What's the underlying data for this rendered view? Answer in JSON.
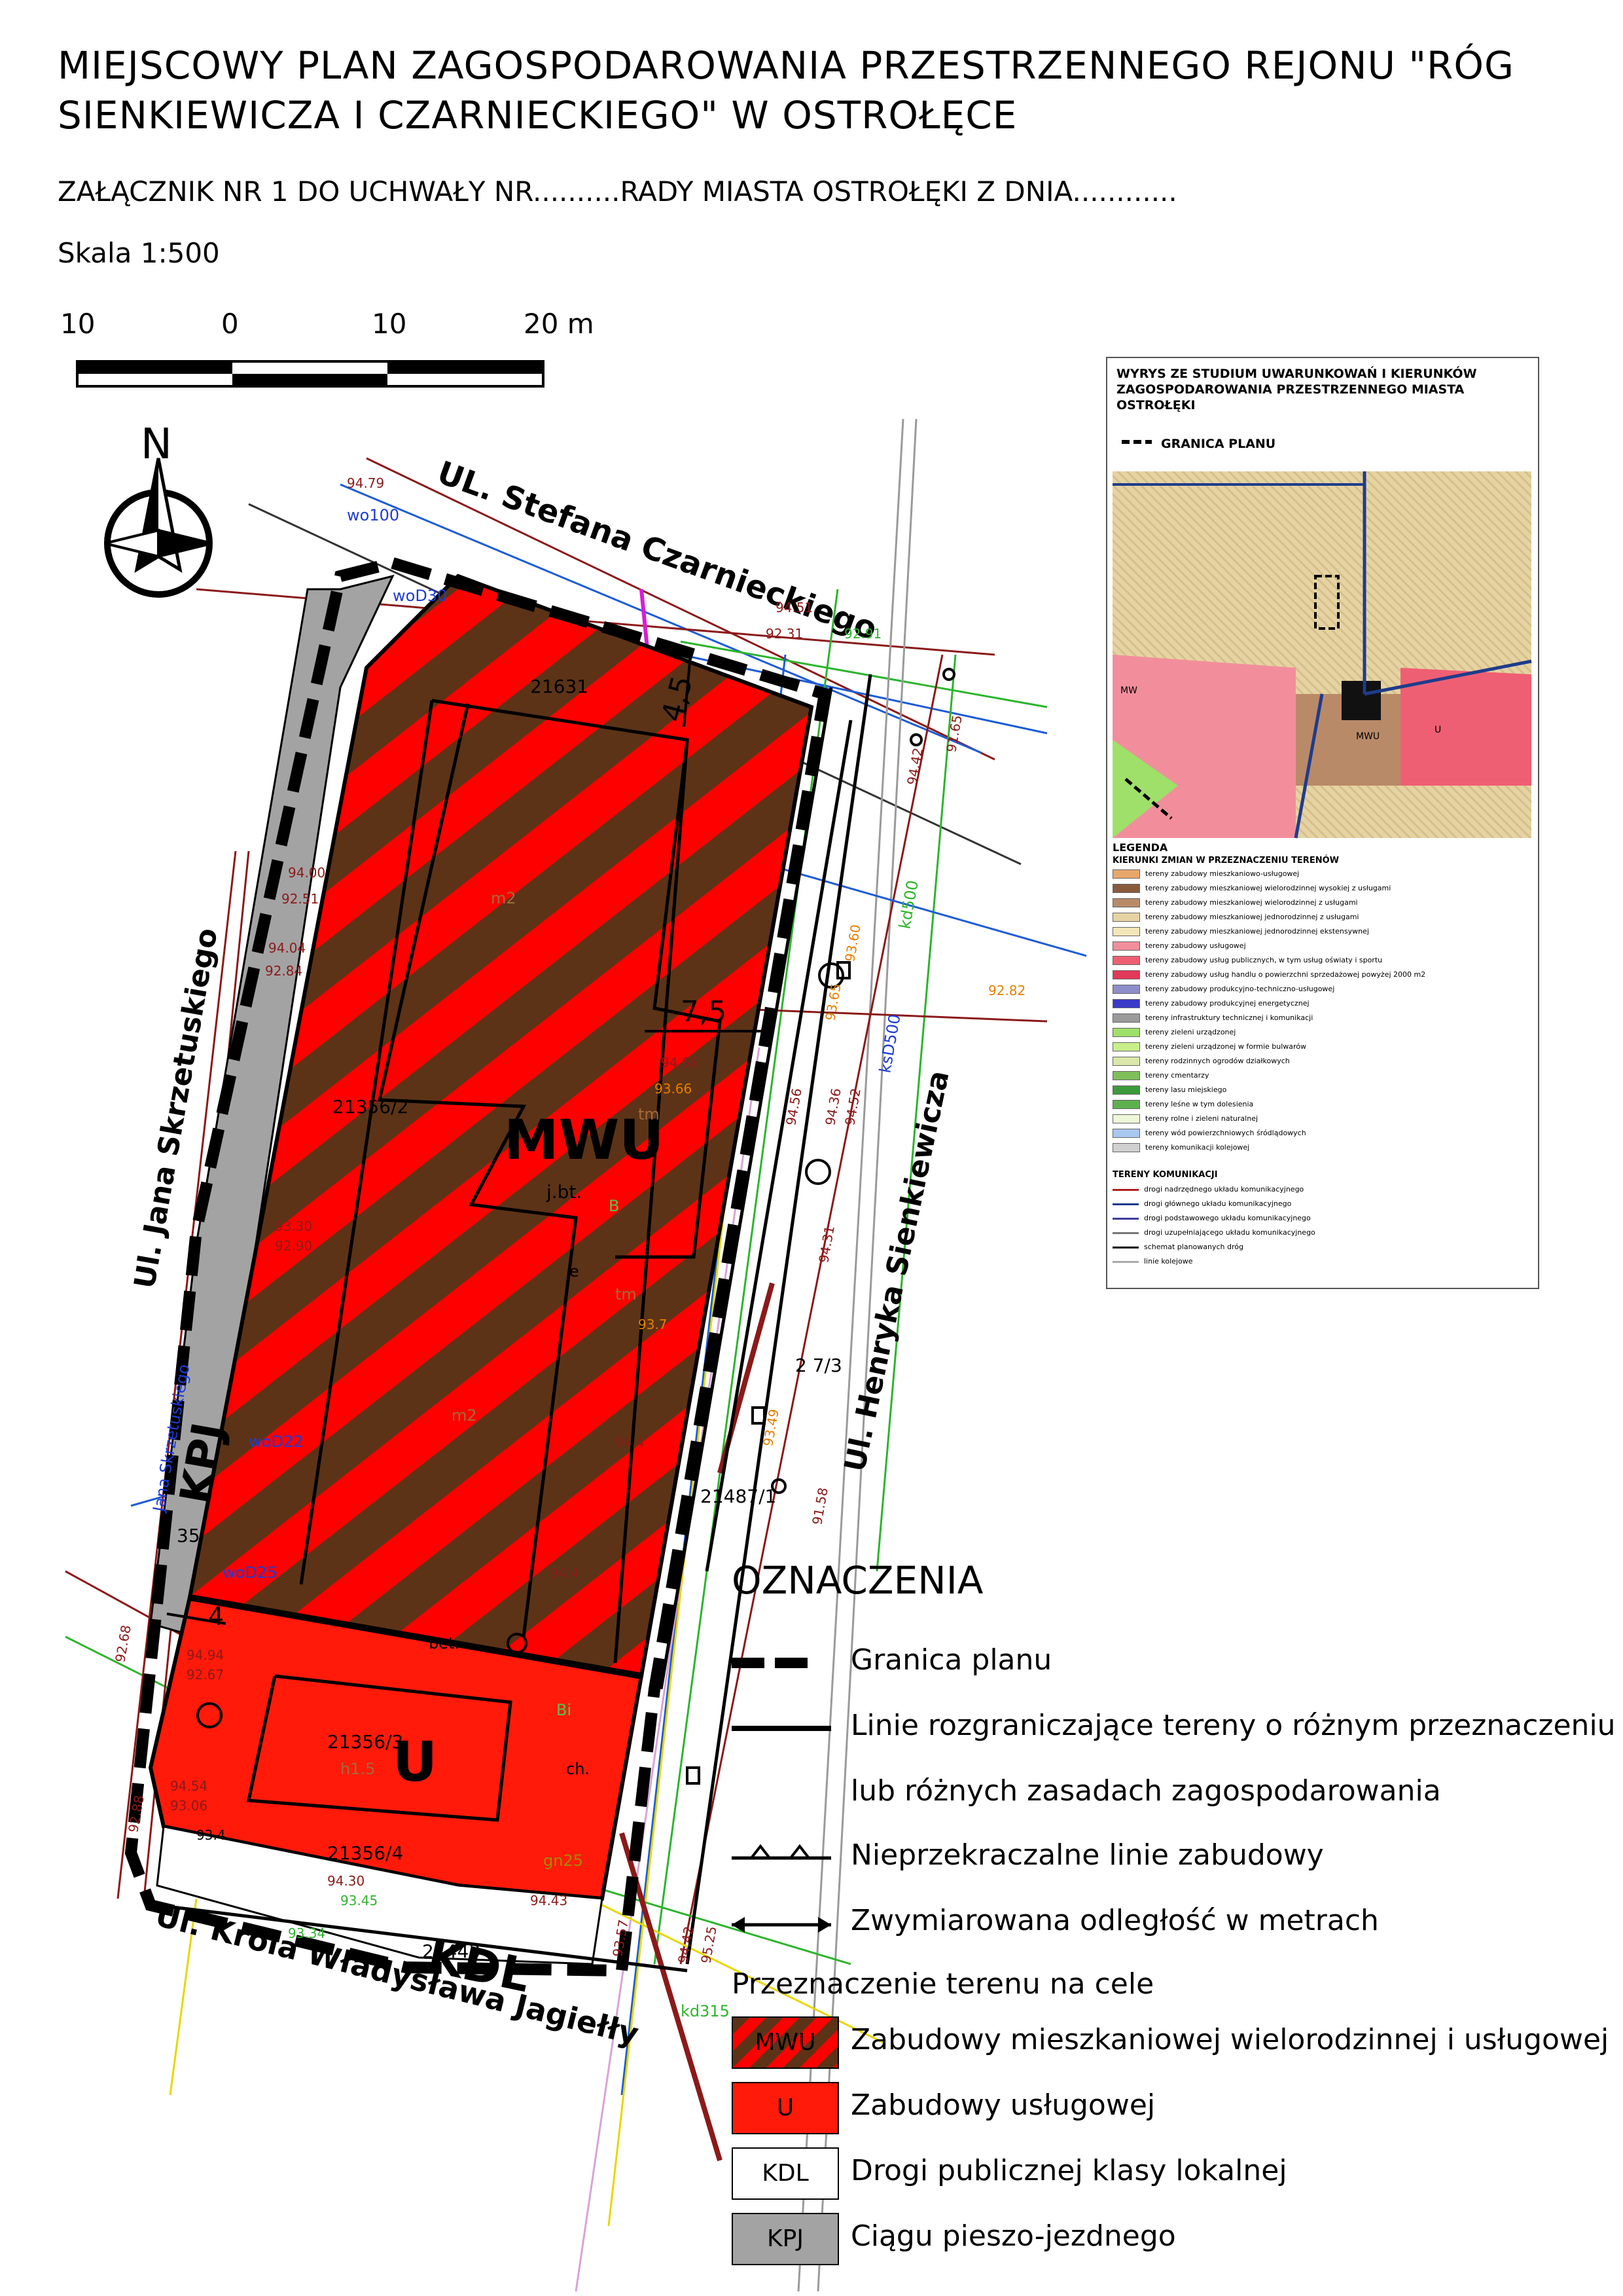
{
  "title": "MIEJSCOWY PLAN ZAGOSPODAROWANIA PRZESTRZENNEGO REJONU \"RÓG SIENKIEWICZA I CZARNIECKIEGO\" W OSTROŁĘCE",
  "subtitle": "ZAŁĄCZNIK NR 1 DO UCHWAŁY NR..........RADY MIASTA OSTROŁĘKI  Z DNIA............",
  "scale": "Skala 1:500",
  "scalebar": {
    "labels": [
      "10",
      "0",
      "10",
      "20 m"
    ]
  },
  "north": "N",
  "streets": {
    "north": "UL. Stefana Czarnieckiego",
    "west": "Ul. Jana Skrzetuskiego",
    "east": "Ul. Henryka Sienkiewicza",
    "south": "Ul. Króla Władysława Jagiełły"
  },
  "zones": {
    "mwu": {
      "symbol": "MWU",
      "note": "j.bt."
    },
    "u": {
      "symbol": "U"
    },
    "kdl": {
      "symbol": "KDL"
    },
    "kpj": {
      "symbol": "KPJ"
    }
  },
  "dimensions": {
    "d45": "4,5",
    "d75": "7,5",
    "d4": "4"
  },
  "parcels": {
    "p21631": "21631",
    "p21356_2": "21356/2",
    "p21356_3": "21356/3",
    "p21356_4": "21356/4",
    "p21443": "21443",
    "p21487_1": "21487/1",
    "p2_7_3": "2   7/3",
    "p35": "35"
  },
  "map_labels": {
    "m2a": "m2",
    "m2b": "m2",
    "bet": "bet.",
    "ch": "ch.",
    "b": "B",
    "bi": "Bi",
    "tm1": "tm",
    "tm2": "tm",
    "h15": "h1.5",
    "e": "e",
    "wo100": "wo100",
    "woD30": "woD30",
    "woD22": "woD22",
    "woD25": "woD25",
    "gn25": "gn25",
    "kd315": "kd315",
    "ksD500": "ksD500",
    "kd500": "kd500",
    "jana_small": "Jana Skrzetuskiego"
  },
  "elevations": {
    "e1": "94.79",
    "e2": "94.51",
    "e3": "92.31",
    "e4": "92.91",
    "e5": "94.00",
    "e6": "92.51",
    "e7": "94.04",
    "e8": "92.84",
    "e9": "93.30",
    "e10": "92.90",
    "e11": "94.66",
    "e12": "93.66",
    "e13": "94.56",
    "e14": "94.36",
    "e15": "94.52",
    "e16": "94.31",
    "e17": "94.42",
    "e18": "91.65",
    "e19": "93.7",
    "e20": "94.4",
    "e21": "93.49",
    "e22": "94.94",
    "e23": "92.67",
    "e24": "94.54",
    "e25": "93.06",
    "e26": "93.4",
    "e27": "94.30",
    "e28": "93.45",
    "e29": "94.43",
    "e30": "93.34",
    "e31": "92.68",
    "e32": "92.88",
    "e33": "91.58",
    "e34": "94.4",
    "e35": "93.57",
    "e36": "94.42",
    "e37": "95.25",
    "e38": "93.60",
    "e39": "93.65",
    "e40": "92.82"
  },
  "inset": {
    "title": "WYRYS ZE STUDIUM UWARUNKOWAŃ I KIERUNKÓW ZAGOSPODAROWANIA PRZESTRZENNEGO MIASTA OSTROŁĘKI",
    "border_label": "GRANICA PLANU",
    "legend_title": "LEGENDA",
    "changes_title": "KIERUNKI ZMIAN W PRZEZNACZENIU TERENÓW",
    "items": [
      {
        "label": "tereny zabudowy mieszkaniowo-usługowej",
        "color": "#e8a76a"
      },
      {
        "label": "tereny zabudowy mieszkaniowej wielorodzinnej wysokiej z usługami",
        "color": "#8a5a3c"
      },
      {
        "label": "tereny zabudowy mieszkaniowej wielorodzinnej z usługami",
        "color": "#b98a68"
      },
      {
        "label": "tereny zabudowy mieszkaniowej jednorodzinnej z usługami",
        "color": "#e6d3a3"
      },
      {
        "label": "tereny zabudowy mieszkaniowej jednorodzinnej ekstensywnej",
        "color": "#f3e6b8"
      },
      {
        "label": "tereny zabudowy usługowej",
        "color": "#f28e9c"
      },
      {
        "label": "tereny zabudowy usług publicznych, w tym usług oświaty i sportu",
        "color": "#ef5f73"
      },
      {
        "label": "tereny zabudowy usług handlu o powierzchni sprzedażowej powyżej 2000 m2",
        "color": "#e2385a"
      },
      {
        "label": "tereny zabudowy produkcyjno-techniczno-usługowej",
        "color": "#8e8ec9"
      },
      {
        "label": "tereny zabudowy produkcyjnej energetycznej",
        "color": "#3b3bc9"
      },
      {
        "label": "tereny infrastruktury technicznej i komunikacji",
        "color": "#9a9a9a"
      },
      {
        "label": "tereny zieleni urządzonej",
        "color": "#9ee06a"
      },
      {
        "label": "tereny zieleni urządzonej w formie bulwarów",
        "color": "#c8ef8a"
      },
      {
        "label": "tereny rodzinnych ogrodów działkowych",
        "color": "#d9e7a8"
      },
      {
        "label": "tereny cmentarzy",
        "color": "#7fbf5a"
      },
      {
        "label": "tereny lasu miejskiego",
        "color": "#3d9a3a"
      },
      {
        "label": "tereny leśne w tym dolesienia",
        "color": "#5db04e"
      },
      {
        "label": "tereny rolne i zieleni naturalnej",
        "color": "#eef7d9"
      },
      {
        "label": "tereny wód powierzchniowych śródlądowych",
        "color": "#a9c8f0"
      },
      {
        "label": "tereny komunikacji kolejowej",
        "color": "#d0d0d0"
      }
    ],
    "comm_title": "TERENY KOMUNIKACJI",
    "comm_items": [
      {
        "label": "drogi nadrzędnego układu komunikacyjnego",
        "color": "#b01e1e"
      },
      {
        "label": "drogi głównego układu komunikacyjnego",
        "color": "#1e3c8c"
      },
      {
        "label": "drogi podstawowego układu komunikacyjnego",
        "color": "#3c3c9c"
      },
      {
        "label": "drogi uzupełniającego układu komunikacyjnego",
        "color": "#777777"
      },
      {
        "label": "schemat planowanych dróg",
        "color": "#000000"
      },
      {
        "label": "linie kolejowe",
        "color": "#aaaaaa"
      }
    ],
    "map_labels": {
      "mw": "MW",
      "mwu": "MWU",
      "u": "U"
    }
  },
  "legend": {
    "title": "OZNACZENIA",
    "border": "Granica planu",
    "lines": "Linie rozgraniczające tereny o różnym przeznaczeniu",
    "lines2": "lub różnych zasadach zagospodarowania",
    "building_lines": "Nieprzekraczalne linie zabudowy",
    "dimension": "Zwymiarowana odległość w metrach",
    "purpose_title": "Przeznaczenie terenu na cele",
    "mwu_code": "MWU",
    "mwu_label": "Zabudowy mieszkaniowej wielorodzinnej i usługowej",
    "u_code": "U",
    "u_label": "Zabudowy usługowej",
    "kdl_code": "KDL",
    "kdl_label": "Drogi publicznej klasy lokalnej",
    "kpj_code": "KPJ",
    "kpj_label": "Ciągu pieszo-jezdnego"
  },
  "colors": {
    "mwu_red": "#ff0000",
    "mwu_brown": "#5c3317",
    "u_red": "#ff1a0a",
    "kpj_gray": "#a3a3a3"
  }
}
